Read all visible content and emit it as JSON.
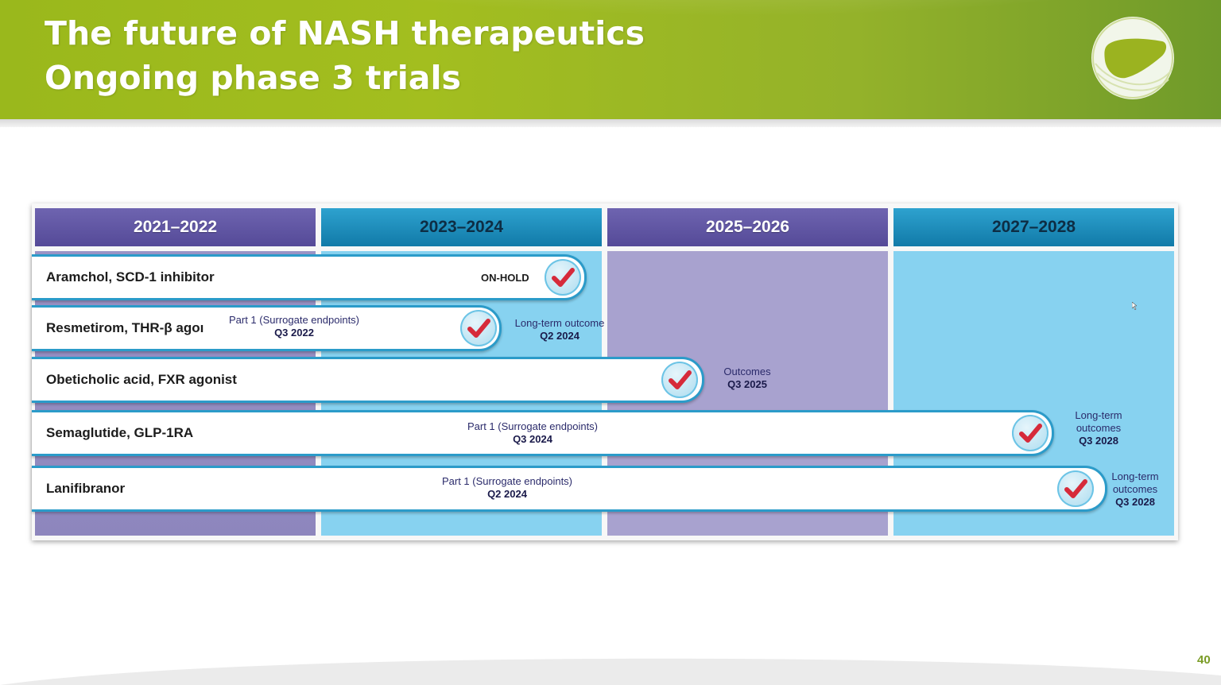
{
  "header": {
    "title_line1": "The future of NASH therapeutics",
    "title_line2": "Ongoing phase 3 trials"
  },
  "columns": [
    {
      "label": "2021–2022",
      "color": "#5e55a3"
    },
    {
      "label": "2023–2024",
      "color": "#1b8dbd"
    },
    {
      "label": "2025–2026",
      "color": "#5e55a3"
    },
    {
      "label": "2027–2028",
      "color": "#1b8dbd"
    }
  ],
  "drugs": [
    {
      "name": "Aramchol, SCD-1 inhibitor",
      "status": "ON-HOLD"
    },
    {
      "name": "Resmetirom, THR-β agoı",
      "part1_label": "Part 1 (Surrogate endpoints)",
      "part1_date": "Q3 2022",
      "outcome_label": "Long-term outcome",
      "outcome_date": "Q2 2024"
    },
    {
      "name": "Obeticholic acid, FXR agonist",
      "outcome_label": "Outcomes",
      "outcome_date": "Q3 2025"
    },
    {
      "name": "Semaglutide, GLP-1RA",
      "part1_label": "Part 1 (Surrogate endpoints)",
      "part1_date": "Q3 2024",
      "outcome_label1": "Long-term",
      "outcome_label2": "outcomes",
      "outcome_date": "Q3 2028"
    },
    {
      "name": "Lanifibranor",
      "part1_label": "Part 1 (Surrogate endpoints)",
      "part1_date": "Q2 2024",
      "outcome_label1": "Long-term",
      "outcome_label2": "outcomes",
      "outcome_date": "Q3 2028"
    }
  ],
  "icons": {
    "check": "red-checkmark-icon",
    "logo": "liver-logo-icon"
  },
  "page_number": "40"
}
